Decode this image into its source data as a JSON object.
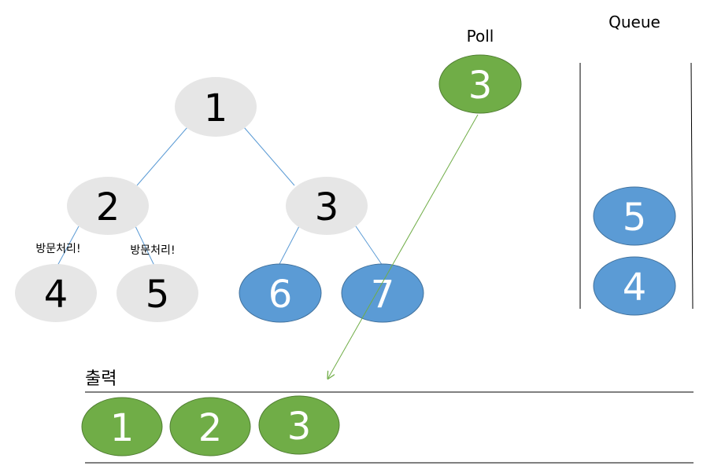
{
  "tree": {
    "nodes": [
      {
        "id": "n1",
        "label": "1",
        "state": "visited"
      },
      {
        "id": "n2",
        "label": "2",
        "state": "visited"
      },
      {
        "id": "n3",
        "label": "3",
        "state": "visited"
      },
      {
        "id": "n4",
        "label": "4",
        "state": "visited"
      },
      {
        "id": "n5",
        "label": "5",
        "state": "visited"
      },
      {
        "id": "n6",
        "label": "6",
        "state": "queued"
      },
      {
        "id": "n7",
        "label": "7",
        "state": "queued"
      }
    ],
    "visit_note_4": "방문처리!",
    "visit_note_5": "방문처리!"
  },
  "poll": {
    "title": "Poll",
    "node": "3"
  },
  "queue": {
    "title": "Queue",
    "items": [
      "5",
      "4"
    ]
  },
  "output": {
    "title": "출력",
    "items": [
      "1",
      "2",
      "3"
    ]
  },
  "colors": {
    "visited_node": "#e6e6e6",
    "queued_node": "#5b9bd5",
    "output_node": "#70ad47",
    "edge": "#5b9bd5",
    "arrow": "#70ad47",
    "line": "#000000",
    "node_text_dark": "#000000",
    "node_text_light": "#ffffff"
  }
}
